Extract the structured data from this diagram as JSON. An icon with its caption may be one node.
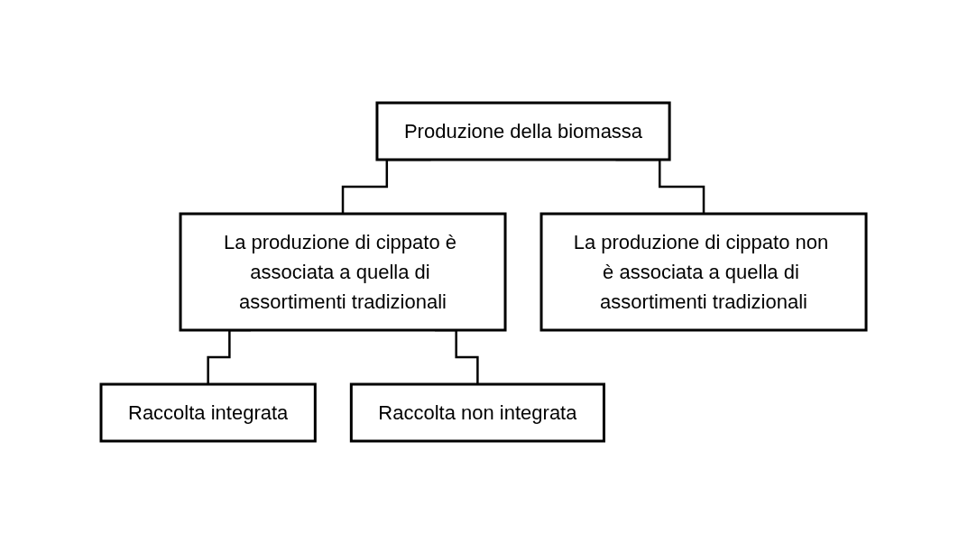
{
  "diagram": {
    "nodes": [
      {
        "text": [
          "Produzione della biomassa"
        ]
      },
      {
        "text": [
          "La produzione di cippato è associata a quella di assortimenti tradizionali"
        ]
      },
      {
        "text": [
          "La produzione di cippato non è associata a quella di assortimenti tradizionali"
        ]
      },
      {
        "text": [
          "Raccolta integrata"
        ]
      },
      {
        "text": [
          "Raccolta non integrata"
        ]
      }
    ],
    "edges": [
      {
        "from": 0,
        "to": 1,
        "arrow": "none"
      },
      {
        "from": 0,
        "to": 2,
        "arrow": "none"
      },
      {
        "from": 1,
        "to": 3,
        "arrow": "none"
      },
      {
        "from": 1,
        "to": 4,
        "arrow": "none"
      }
    ]
  }
}
